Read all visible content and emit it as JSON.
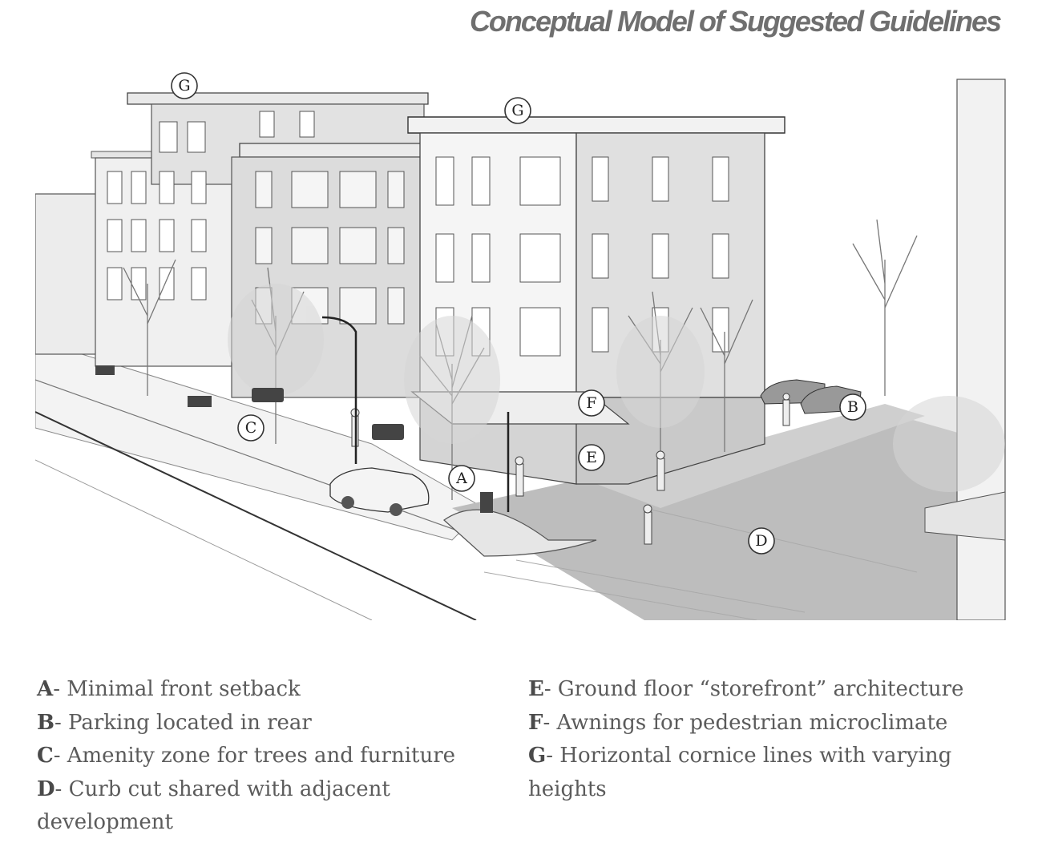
{
  "title": "Conceptual Model of Suggested Guidelines",
  "callouts": {
    "A": "A",
    "B": "B",
    "C": "C",
    "D": "D",
    "E": "E",
    "F": "F",
    "G1": "G",
    "G2": "G"
  },
  "legend": {
    "left": [
      {
        "key": "A",
        "text": "- Minimal front setback"
      },
      {
        "key": "B",
        "text": "- Parking located in rear"
      },
      {
        "key": "C",
        "text": "- Amenity zone for trees and furniture"
      },
      {
        "key": "D",
        "text": "- Curb cut shared with adjacent development"
      }
    ],
    "right": [
      {
        "key": "E",
        "text": "- Ground floor “storefront” architecture"
      },
      {
        "key": "F",
        "text": "- Awnings for pedestrian microclimate"
      },
      {
        "key": "G",
        "text": "- Horizontal cornice lines with varying heights"
      }
    ]
  },
  "colors": {
    "title": "#6f6f6f",
    "wall": "#eeeeee",
    "shade": "#cfcfcf",
    "road": "#b9b9b9",
    "line": "#555555"
  }
}
